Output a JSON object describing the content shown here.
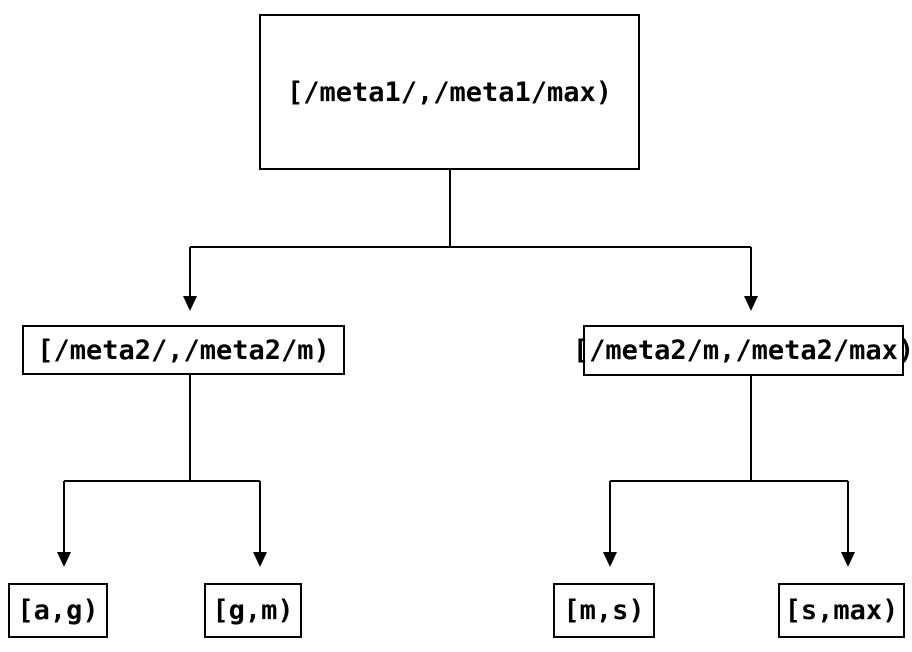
{
  "diagram": {
    "type": "tree",
    "root": {
      "label": "[/meta1/,/meta1/max)"
    },
    "level2": [
      {
        "label": "[/meta2/,/meta2/m)"
      },
      {
        "label": "[/meta2/m,/meta2/max)"
      }
    ],
    "leaves": [
      {
        "label": "[a,g)"
      },
      {
        "label": "[g,m)"
      },
      {
        "label": "[m,s)"
      },
      {
        "label": "[s,max)"
      }
    ],
    "edges": [
      {
        "from": "root",
        "to": "level2.0"
      },
      {
        "from": "root",
        "to": "level2.1"
      },
      {
        "from": "level2.0",
        "to": "leaves.0"
      },
      {
        "from": "level2.0",
        "to": "leaves.1"
      },
      {
        "from": "level2.1",
        "to": "leaves.2"
      },
      {
        "from": "level2.1",
        "to": "leaves.3"
      }
    ]
  },
  "colors": {
    "background": "#ffffff",
    "line": "#000000",
    "text": "#000000",
    "node_fill": "#ffffff"
  }
}
